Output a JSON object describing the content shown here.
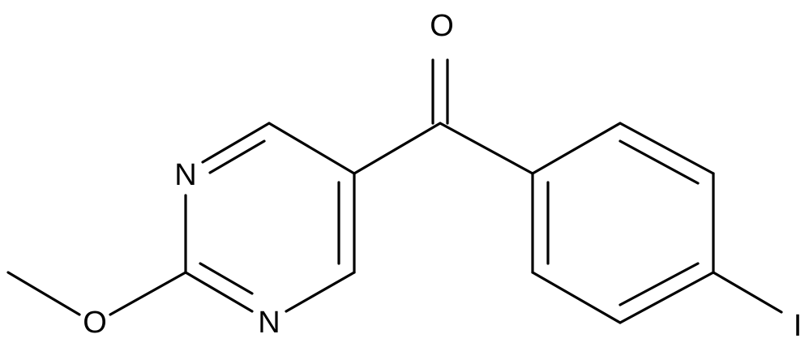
{
  "molecule": {
    "atoms": {
      "oxygen_carbonyl": "O",
      "nitrogen_top": "N",
      "nitrogen_bottom": "N",
      "oxygen_methoxy": "O",
      "iodine": "I"
    }
  },
  "colors": {
    "bond": "#000000",
    "atom_label": "#000000",
    "background": "#ffffff"
  }
}
